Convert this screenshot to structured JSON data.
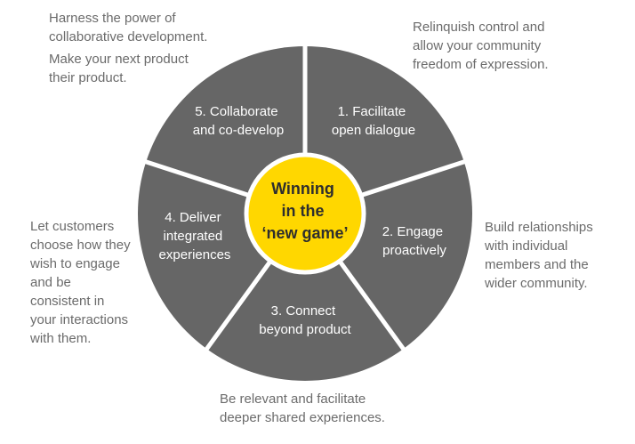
{
  "diagram": {
    "colors": {
      "segment": "#666666",
      "divider": "#ffffff",
      "hub": "#ffd700",
      "note_text": "#6b6b6b"
    },
    "hub": {
      "lines": [
        "Winning",
        "in the",
        "‘new game’"
      ]
    },
    "segments": [
      {
        "lines": [
          "1. Facilitate",
          "open dialogue"
        ]
      },
      {
        "lines": [
          "2. Engage",
          "proactively"
        ]
      },
      {
        "lines": [
          "3. Connect",
          "beyond product"
        ]
      },
      {
        "lines": [
          "4. Deliver",
          "integrated",
          "experiences"
        ]
      },
      {
        "lines": [
          "5. Collaborate",
          "and co-develop"
        ]
      }
    ],
    "notes": {
      "n1": "Relinquish control and\nallow your community\nfreedom of expression.",
      "n2": "Build relationships\nwith individual\nmembers and the\nwider community.",
      "n3": "Be relevant and facilitate\ndeeper shared experiences.",
      "n4": "Let customers\nchoose how they\nwish to engage\nand be\nconsistent in\nyour interactions\nwith them.",
      "n5a": "Harness the power of\ncollaborative development.",
      "n5b": "Make your next product\ntheir product."
    }
  }
}
